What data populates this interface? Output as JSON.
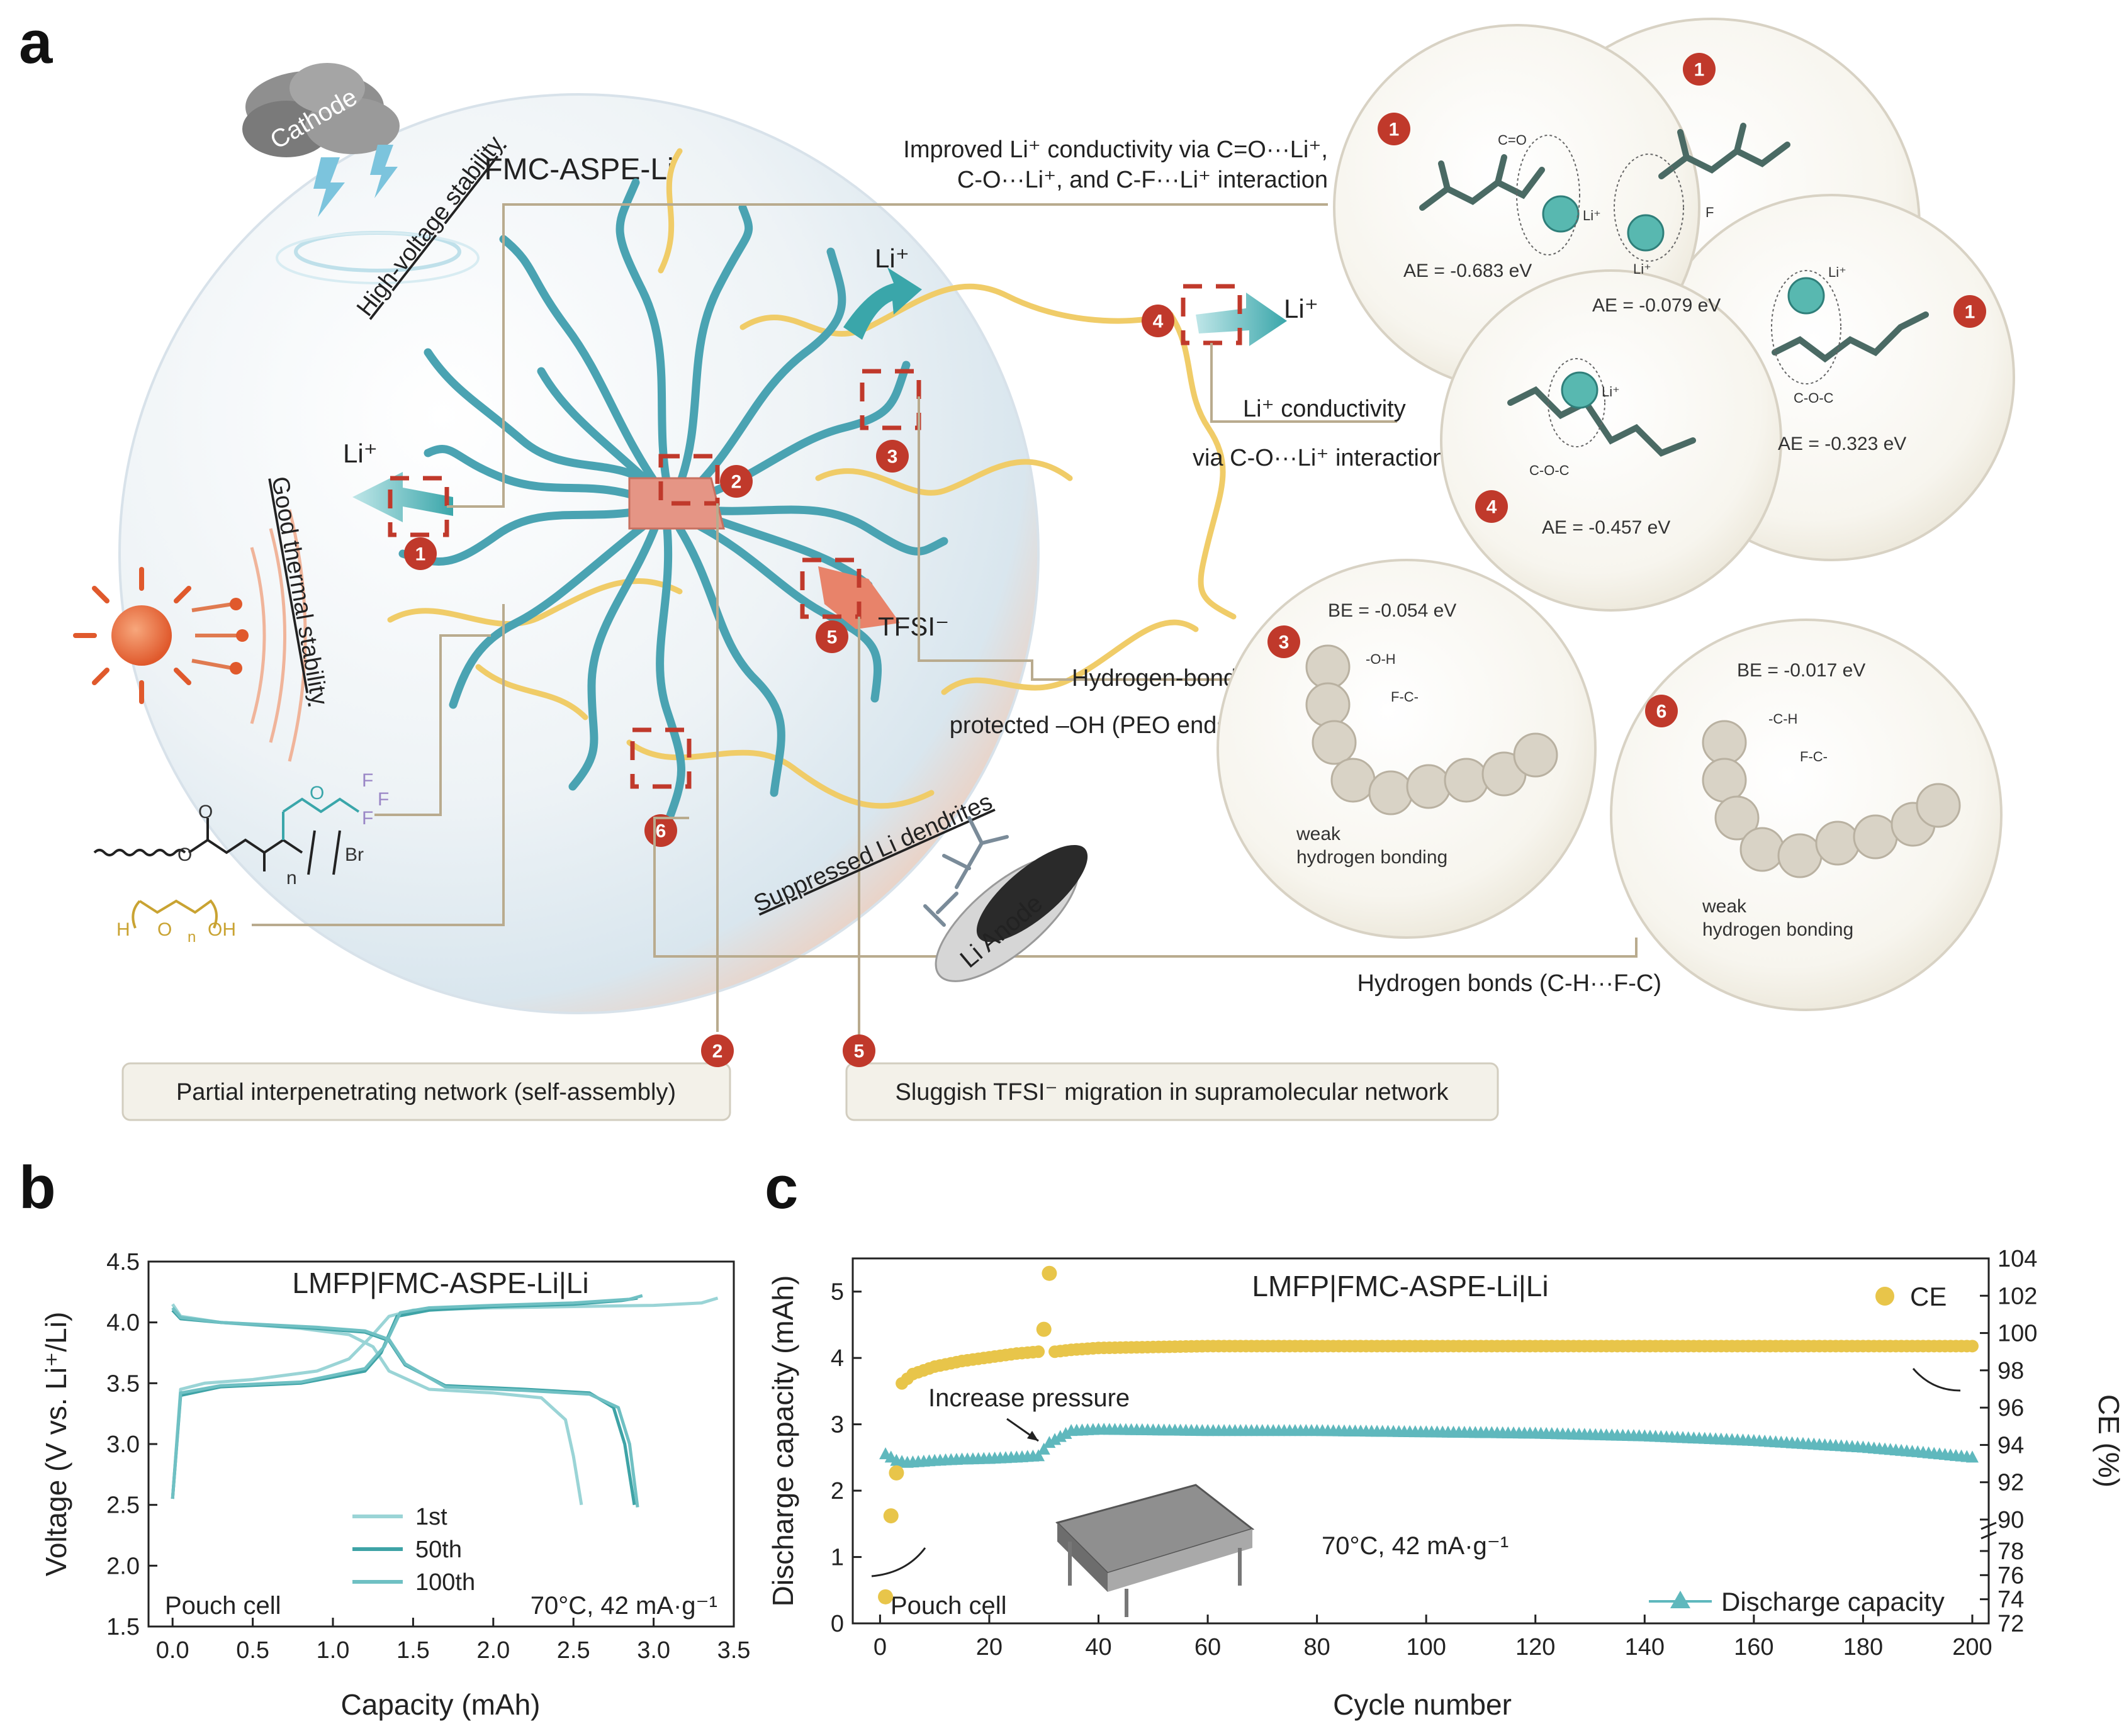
{
  "panel_a": {
    "letter": "a",
    "sphere_title": "FMC-ASPE-Li",
    "cathode": "Cathode",
    "anode": "Li Anode",
    "features": {
      "high_voltage": "High-voltage stability",
      "thermal": "Good thermal stability",
      "dendrites": "Suppressed Li dendrites"
    },
    "li_labels": [
      "Li⁺",
      "Li⁺",
      "Li⁺"
    ],
    "tfsi": "TFSI⁻",
    "badges": [
      "1",
      "2",
      "3",
      "4",
      "5",
      "6"
    ],
    "annotations": {
      "conductivity_line1": "Improved Li⁺ conductivity via C=O···Li⁺,",
      "conductivity_line2": "C-O···Li⁺, and C-F···Li⁺ interaction",
      "li_cond_line1": "Li⁺ conductivity",
      "li_cond_line2": "via C-O···Li⁺ interaction",
      "hbond_line1": "Hydrogen-bond",
      "hbond_line2": "protected –OH (PEO ends)",
      "hbonds_ch": "Hydrogen bonds (C-H···F-C)"
    },
    "energies": {
      "ae1": "AE = -0.683 eV",
      "ae2": "AE = -0.079 eV",
      "ae3": "AE = -0.323 eV",
      "ae4": "AE = -0.457 eV",
      "be3": "BE = -0.054 eV",
      "be6": "BE = -0.017 eV"
    },
    "mol_labels": {
      "co": "C=O",
      "f": "F",
      "coc": "C-O-C",
      "li": "Li⁺",
      "oh": "-O-H",
      "fc": "F-C-",
      "ch": "-C-H",
      "weak": "weak",
      "hbonding": "hydrogen bonding"
    },
    "struct_labels": {
      "n": "n",
      "br": "Br",
      "f": "F",
      "o": "O",
      "h": "H",
      "oh": "OH"
    },
    "boxes": {
      "box2": "Partial interpenetrating network (self-assembly)",
      "box5": "Sluggish TFSI⁻ migration in supramolecular network"
    }
  },
  "panel_b": {
    "letter": "b",
    "title": "LMFP|FMC-ASPE-Li|Li",
    "ylabel": "Voltage (V vs. Li⁺/Li)",
    "xlabel": "Capacity (mAh)",
    "note_left": "Pouch cell",
    "note_right": "70°C, 42 mA·g⁻¹",
    "legend": [
      "1st",
      "50th",
      "100th"
    ],
    "colors": {
      "c1": "#9ad4d6",
      "c50": "#3ea3a6",
      "c100": "#6fc0c3"
    }
  },
  "panel_c": {
    "letter": "c",
    "title": "LMFP|FMC-ASPE-Li|Li",
    "ylabel_left": "Discharge capacity (mAh)",
    "ylabel_right": "CE (%)",
    "xlabel": "Cycle number",
    "legend_ce": "CE",
    "legend_dc": "Discharge capacity",
    "note_pressure": "Increase pressure",
    "note_cond": "70°C, 42 mA·g⁻¹",
    "note_cell": "Pouch cell",
    "colors": {
      "ce": "#e8c54a",
      "dc": "#5fb8bd"
    }
  },
  "chart_data": [
    {
      "type": "line",
      "panel": "b",
      "title": "LMFP|FMC-ASPE-Li|Li",
      "xlabel": "Capacity (mAh)",
      "ylabel": "Voltage (V vs. Li⁺/Li)",
      "xlim": [
        -0.15,
        3.5
      ],
      "ylim": [
        1.5,
        4.5
      ],
      "xticks": [
        "0.0",
        "0.5",
        "1.0",
        "1.5",
        "2.0",
        "2.5",
        "3.0",
        "3.5"
      ],
      "yticks": [
        "1.5",
        "2.0",
        "2.5",
        "3.0",
        "3.5",
        "4.0",
        "4.5"
      ],
      "series": [
        {
          "name": "1st",
          "color": "#9ad4d6",
          "charge": {
            "x": [
              0,
              0.05,
              0.2,
              0.5,
              0.9,
              1.1,
              1.25,
              1.35,
              1.5,
              2.0,
              2.5,
              3.0,
              3.3,
              3.4
            ],
            "y": [
              2.55,
              3.45,
              3.5,
              3.53,
              3.6,
              3.7,
              3.9,
              4.05,
              4.1,
              4.12,
              4.13,
              4.14,
              4.16,
              4.2
            ]
          },
          "discharge": {
            "x": [
              0,
              0.05,
              0.3,
              0.8,
              1.1,
              1.25,
              1.35,
              1.6,
              2.0,
              2.3,
              2.45,
              2.5,
              2.55
            ],
            "y": [
              4.15,
              4.05,
              4.0,
              3.95,
              3.9,
              3.8,
              3.6,
              3.45,
              3.42,
              3.38,
              3.2,
              2.9,
              2.5
            ]
          }
        },
        {
          "name": "50th",
          "color": "#3ea3a6",
          "charge": {
            "x": [
              0,
              0.05,
              0.3,
              0.8,
              1.2,
              1.3,
              1.4,
              1.6,
              2.0,
              2.5,
              2.8,
              2.9
            ],
            "y": [
              2.55,
              3.4,
              3.47,
              3.5,
              3.6,
              3.75,
              4.05,
              4.1,
              4.13,
              4.15,
              4.18,
              4.2
            ]
          },
          "discharge": {
            "x": [
              0,
              0.05,
              0.3,
              0.9,
              1.2,
              1.35,
              1.45,
              1.7,
              2.2,
              2.6,
              2.75,
              2.82,
              2.88
            ],
            "y": [
              4.1,
              4.03,
              4.0,
              3.95,
              3.92,
              3.85,
              3.65,
              3.48,
              3.45,
              3.42,
              3.3,
              3.0,
              2.5
            ]
          }
        },
        {
          "name": "100th",
          "color": "#6fc0c3",
          "charge": {
            "x": [
              0,
              0.05,
              0.3,
              0.8,
              1.2,
              1.32,
              1.42,
              1.6,
              2.0,
              2.5,
              2.85,
              2.93
            ],
            "y": [
              2.55,
              3.42,
              3.48,
              3.51,
              3.62,
              3.8,
              4.08,
              4.12,
              4.14,
              4.16,
              4.19,
              4.22
            ]
          },
          "discharge": {
            "x": [
              0,
              0.05,
              0.3,
              0.9,
              1.2,
              1.35,
              1.45,
              1.7,
              2.2,
              2.6,
              2.78,
              2.85,
              2.9
            ],
            "y": [
              4.12,
              4.04,
              4.0,
              3.96,
              3.93,
              3.86,
              3.66,
              3.47,
              3.44,
              3.41,
              3.3,
              3.0,
              2.48
            ]
          }
        }
      ]
    },
    {
      "type": "scatter",
      "panel": "c",
      "title": "LMFP|FMC-ASPE-Li|Li",
      "xlabel": "Cycle number",
      "ylabel_left": "Discharge capacity (mAh)",
      "ylabel_right": "CE (%)",
      "xlim": [
        -5,
        203
      ],
      "ylim_left": [
        0,
        5.5
      ],
      "ylim_right": [
        72,
        104
      ],
      "xticks": [
        "0",
        "20",
        "40",
        "60",
        "80",
        "100",
        "120",
        "140",
        "160",
        "180",
        "200"
      ],
      "yticks_left": [
        "0",
        "1",
        "2",
        "3",
        "4",
        "5"
      ],
      "yticks_right": [
        "72",
        "74",
        "76",
        "78",
        "90",
        "92",
        "94",
        "96",
        "98",
        "100",
        "102",
        "104"
      ],
      "series": [
        {
          "name": "Discharge capacity",
          "axis": "left",
          "marker": "triangle",
          "x": [
            1,
            3,
            5,
            10,
            15,
            20,
            25,
            29,
            31,
            35,
            40,
            60,
            80,
            100,
            120,
            140,
            160,
            180,
            190,
            200
          ],
          "y": [
            2.55,
            2.45,
            2.42,
            2.45,
            2.47,
            2.48,
            2.5,
            2.52,
            2.72,
            2.9,
            2.92,
            2.9,
            2.9,
            2.88,
            2.86,
            2.82,
            2.75,
            2.65,
            2.58,
            2.5
          ]
        },
        {
          "name": "CE",
          "axis": "right",
          "marker": "circle",
          "x": [
            1,
            2,
            3,
            4,
            6,
            10,
            15,
            20,
            25,
            29,
            30,
            31,
            32,
            35,
            40,
            60,
            80,
            100,
            120,
            140,
            160,
            180,
            200
          ],
          "y": [
            74.2,
            90.2,
            92.5,
            97.3,
            97.8,
            98.2,
            98.5,
            98.7,
            98.9,
            99.0,
            100.2,
            103.2,
            99.0,
            99.1,
            99.2,
            99.3,
            99.3,
            99.3,
            99.3,
            99.3,
            99.3,
            99.3,
            99.3
          ]
        }
      ]
    }
  ]
}
